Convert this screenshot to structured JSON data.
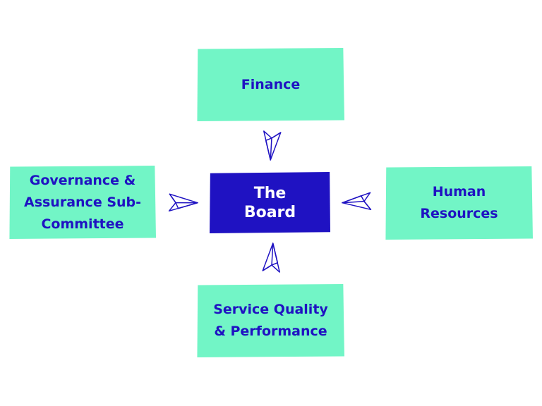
{
  "diagram": {
    "center": {
      "label": "The\nBoard",
      "color": "#1f12c2",
      "text_color": "#ffffff"
    },
    "nodes": [
      {
        "id": "finance",
        "label": "Finance"
      },
      {
        "id": "governance",
        "label": "Governance &\nAssurance Sub-\nCommittee"
      },
      {
        "id": "human-resources",
        "label": "Human\nResources"
      },
      {
        "id": "service-quality",
        "label": "Service Quality\n& Performance"
      }
    ],
    "node_color": "#72f5c6",
    "node_text_color": "#1f12c2",
    "connectors": [
      {
        "from": "finance",
        "to": "center",
        "icon": "paper-plane-icon"
      },
      {
        "from": "governance",
        "to": "center",
        "icon": "paper-plane-icon"
      },
      {
        "from": "human-resources",
        "to": "center",
        "icon": "paper-plane-icon"
      },
      {
        "from": "service-quality",
        "to": "center",
        "icon": "paper-plane-icon"
      }
    ]
  }
}
